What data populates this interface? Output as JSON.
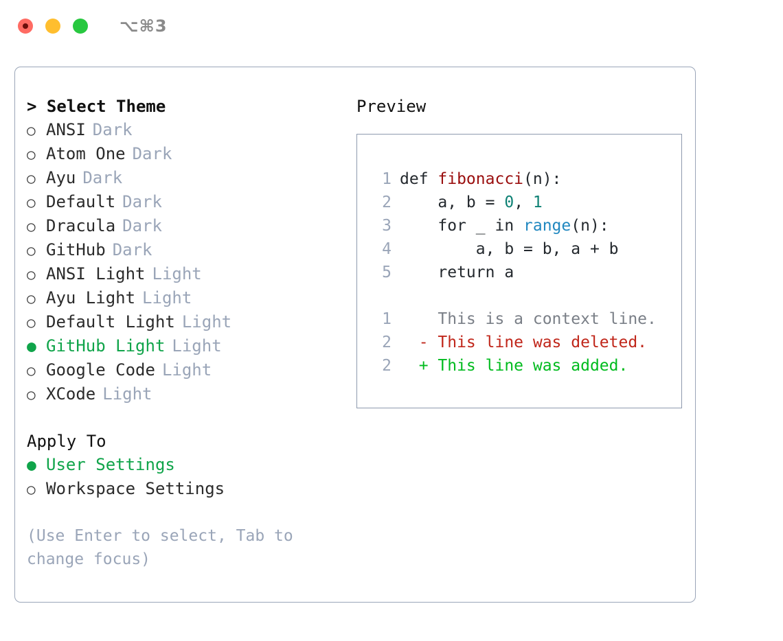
{
  "titlebar": {
    "shortcut": "⌥⌘3",
    "buttons": [
      {
        "name": "close",
        "color": "#ff6b63"
      },
      {
        "name": "minimize",
        "color": "#ffbe2e"
      },
      {
        "name": "zoom",
        "color": "#28c840"
      }
    ]
  },
  "theme_picker": {
    "heading": "> Select Theme",
    "items": [
      {
        "marker": "○",
        "label": "ANSI",
        "tag": "Dark",
        "selected": false
      },
      {
        "marker": "○",
        "label": "Atom One",
        "tag": "Dark",
        "selected": false
      },
      {
        "marker": "○",
        "label": "Ayu",
        "tag": "Dark",
        "selected": false
      },
      {
        "marker": "○",
        "label": "Default",
        "tag": "Dark",
        "selected": false
      },
      {
        "marker": "○",
        "label": "Dracula",
        "tag": "Dark",
        "selected": false
      },
      {
        "marker": "○",
        "label": "GitHub",
        "tag": "Dark",
        "selected": false
      },
      {
        "marker": "○",
        "label": "ANSI Light",
        "tag": "Light",
        "selected": false
      },
      {
        "marker": "○",
        "label": "Ayu Light",
        "tag": "Light",
        "selected": false
      },
      {
        "marker": "○",
        "label": "Default Light",
        "tag": "Light",
        "selected": false
      },
      {
        "marker": "●",
        "label": "GitHub Light",
        "tag": "Light",
        "selected": true
      },
      {
        "marker": "○",
        "label": "Google Code",
        "tag": "Light",
        "selected": false
      },
      {
        "marker": "○",
        "label": "XCode",
        "tag": "Light",
        "selected": false
      }
    ]
  },
  "apply_to": {
    "heading": "Apply To",
    "items": [
      {
        "marker": "●",
        "label": "User Settings",
        "selected": true
      },
      {
        "marker": "○",
        "label": "Workspace Settings",
        "selected": false
      }
    ]
  },
  "hint": "(Use Enter to select, Tab to change focus)",
  "preview": {
    "heading": "Preview",
    "code_lines": [
      {
        "number": "1",
        "tokens": [
          {
            "text": "def ",
            "type": "kw"
          },
          {
            "text": "fibonacci",
            "type": "fn"
          },
          {
            "text": "(n):",
            "type": "plain"
          }
        ]
      },
      {
        "number": "2",
        "tokens": [
          {
            "text": "    a, b = ",
            "type": "plain"
          },
          {
            "text": "0",
            "type": "num"
          },
          {
            "text": ", ",
            "type": "plain"
          },
          {
            "text": "1",
            "type": "num"
          }
        ]
      },
      {
        "number": "3",
        "tokens": [
          {
            "text": "    for _ in ",
            "type": "kw"
          },
          {
            "text": "range",
            "type": "call"
          },
          {
            "text": "(n):",
            "type": "plain"
          }
        ]
      },
      {
        "number": "4",
        "tokens": [
          {
            "text": "        a, b = b, a + b",
            "type": "plain"
          }
        ]
      },
      {
        "number": "5",
        "tokens": [
          {
            "text": "    return a",
            "type": "kw"
          }
        ]
      }
    ],
    "diff_lines": [
      {
        "number": "1",
        "sign": " ",
        "text": " This is a context line.",
        "kind": "ctx"
      },
      {
        "number": "2",
        "sign": "-",
        "text": " This line was deleted.",
        "kind": "del"
      },
      {
        "number": "2",
        "sign": "+",
        "text": " This line was added.",
        "kind": "add"
      }
    ]
  },
  "colors": {
    "accent_green": "#10a44a",
    "diff_add": "#00bb1e",
    "diff_del": "#c0261a",
    "muted": "#9aa5b8",
    "fn_red": "#9a0e0e",
    "num_teal": "#0e8174",
    "call_blue": "#2188c0"
  }
}
